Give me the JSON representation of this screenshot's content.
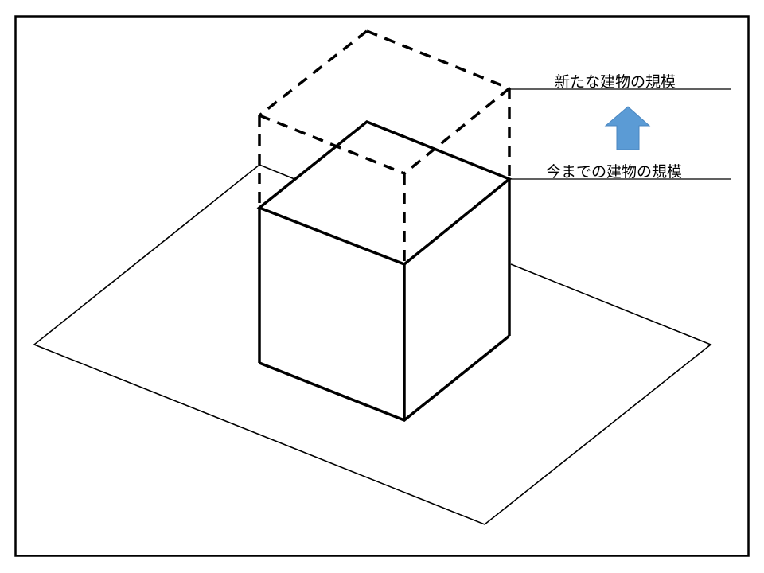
{
  "diagram": {
    "labels": {
      "new_scale": "新たな建物の規模",
      "current_scale": "今までの建物の規模"
    },
    "colors": {
      "line": "#000000",
      "arrow": "#5b9bd5",
      "background": "#ffffff"
    },
    "elements": {
      "frame": "outer border",
      "ground_plane": "parallelogram base",
      "current_building": "solid cube",
      "new_building": "dashed extension above cube",
      "arrow": "up-arrow-icon"
    }
  }
}
